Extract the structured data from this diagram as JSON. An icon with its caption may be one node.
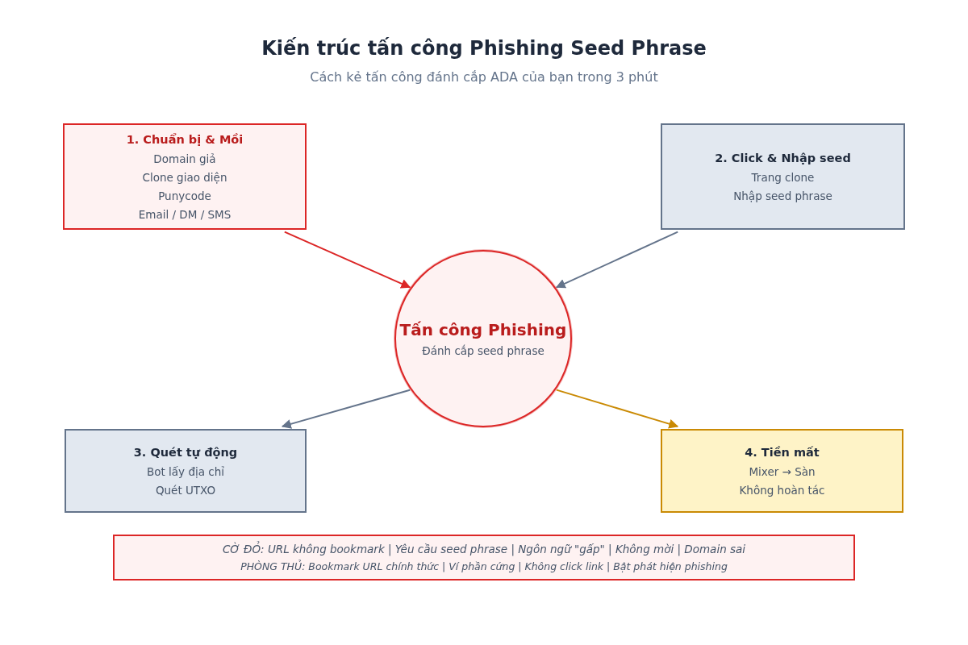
{
  "diagram": {
    "title": "Kiến trúc tấn công Phishing Seed Phrase",
    "caption": "Cách kẻ tấn công đánh cắp ADA của bạn trong 3 phút",
    "nodes": [
      {
        "text": [
          "1. Chuẩn bị & Mồi",
          "Domain giả",
          "Clone giao diện",
          "Punycode",
          "Email / DM / SMS"
        ]
      },
      {
        "text": [
          "2. Click & Nhập seed",
          "Trang clone",
          "Nhập seed phrase"
        ]
      },
      {
        "text": [
          "Tấn công Phishing",
          "Đánh cắp seed phrase"
        ]
      },
      {
        "text": [
          "3. Quét tự động",
          "Bot lấy địa chỉ",
          "Quét UTXO"
        ]
      },
      {
        "text": [
          "4. Tiền mất",
          "Mixer → Sàn",
          "Không hoàn tác"
        ]
      },
      {
        "text": [
          "CỜ ĐỎ: URL không bookmark | Yêu cầu seed phrase | Ngôn ngữ \"gấp\" | Không mời | Domain sai",
          "PHÒNG THỦ: Bookmark URL chính thức | Ví phần cứng | Không click link | Bật phát hiện phishing"
        ]
      }
    ],
    "edges": [
      {
        "from": 0,
        "to": 2,
        "arrow": "to",
        "color": "#dc2626"
      },
      {
        "from": 1,
        "to": 2,
        "arrow": "to"
      },
      {
        "from": 2,
        "to": 3,
        "arrow": "to"
      },
      {
        "from": 2,
        "to": 4,
        "arrow": "to",
        "color": "#ca8a04"
      }
    ]
  }
}
